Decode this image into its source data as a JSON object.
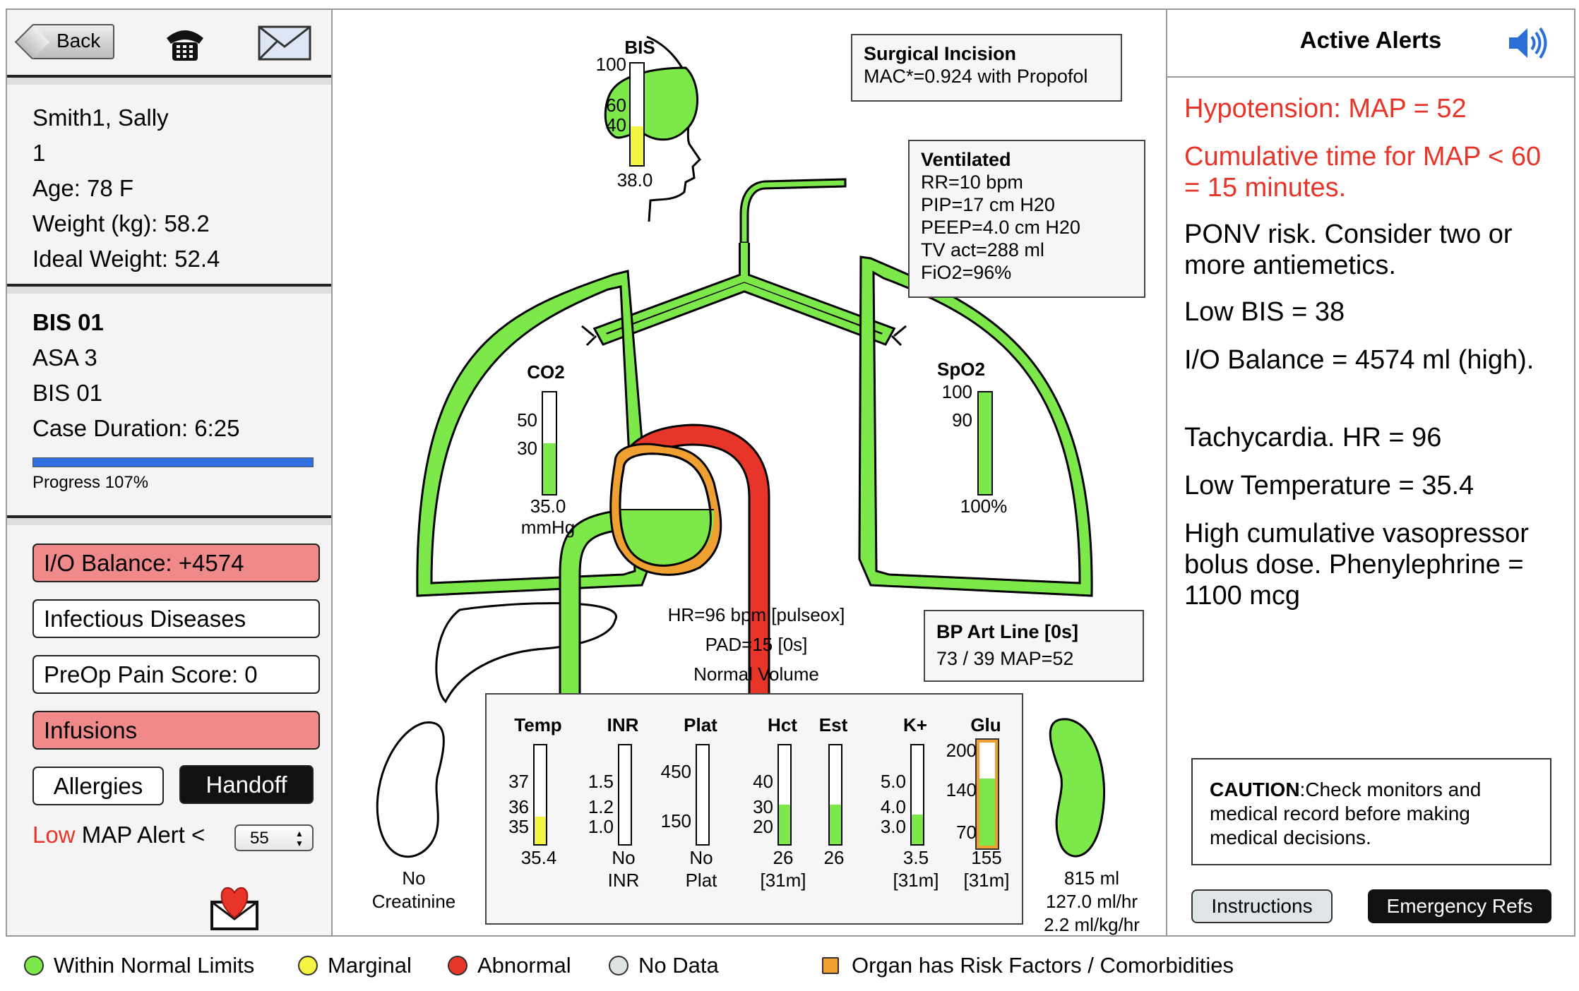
{
  "nav": {
    "back_label": "Back"
  },
  "patient": {
    "name": "Smith1, Sally",
    "id": "1",
    "age": "Age: 78 F",
    "weight": "Weight (kg): 58.2",
    "ideal_weight": "Ideal Weight: 52.4"
  },
  "case": {
    "title": "BIS 01",
    "asa": "ASA 3",
    "bis": "BIS 01",
    "duration": "Case Duration: 6:25",
    "progress_label": "Progress 107%",
    "progress_value": 1.0
  },
  "buttons": {
    "io_balance": "I/O Balance: +4574",
    "infectious": "Infectious Diseases",
    "preop_pain": "PreOp Pain Score: 0",
    "infusions": "Infusions",
    "allergies": "Allergies",
    "handoff": "Handoff"
  },
  "map_alert": {
    "low": "Low",
    "rest": "MAP Alert <",
    "value": "55",
    "arrows": "▲▼"
  },
  "bis_gauge": {
    "title": "BIS",
    "ticks": [
      "100",
      "60",
      "40"
    ],
    "value": "38.0",
    "fill": 0.38,
    "color": "#f4f442"
  },
  "co2_gauge": {
    "title": "CO2",
    "ticks": [
      "50",
      "30"
    ],
    "value": "35.0",
    "unit": "mmHg",
    "fill": 0.5
  },
  "spo2_gauge": {
    "title": "SpO2",
    "ticks": [
      "100",
      "90"
    ],
    "value": "100%",
    "fill": 1.0
  },
  "surgical": {
    "title": "Surgical Incision",
    "detail": "MAC*=0.924 with Propofol"
  },
  "ventilated": {
    "title": "Ventilated",
    "lines": [
      "RR=10 bpm",
      "PIP=17 cm H20",
      "PEEP=4.0 cm H20",
      "TV act=288 ml",
      "FiO2=96%"
    ]
  },
  "heart": {
    "lines": [
      "HR=96 bpm [pulseox]",
      "PAD=15 [0s]",
      "Normal Volume"
    ]
  },
  "bp": {
    "title": "BP Art Line [0s]",
    "value": "73 / 39 MAP=52"
  },
  "liver_kidney": {
    "creatinine": [
      "No",
      "Creatinine"
    ],
    "urine": [
      "815 ml",
      "127.0 ml/hr",
      "2.2 ml/kg/hr"
    ]
  },
  "labs": [
    {
      "name": "Temp",
      "ticks": [
        "37",
        "36",
        "35"
      ],
      "value": "35.4",
      "sub": "",
      "fill": 0.28,
      "color": "#f4f442"
    },
    {
      "name": "INR",
      "ticks": [
        "1.5",
        "1.2",
        "1.0"
      ],
      "value": "No",
      "sub": "INR",
      "fill": 0,
      "color": "#fff"
    },
    {
      "name": "Plat",
      "ticks": [
        "450",
        "150"
      ],
      "value": "No",
      "sub": "Plat",
      "fill": 0,
      "color": "#fff"
    },
    {
      "name": "Hct",
      "ticks": [
        "40",
        "30",
        "20"
      ],
      "value": "26",
      "sub": "[31m]",
      "fill": 0.4,
      "color": "#7de84a"
    },
    {
      "name": "Est",
      "ticks": [],
      "value": "26",
      "sub": "",
      "fill": 0.4,
      "color": "#7de84a"
    },
    {
      "name": "K+",
      "ticks": [
        "5.0",
        "4.0",
        "3.0"
      ],
      "value": "3.5",
      "sub": "[31m]",
      "fill": 0.3,
      "color": "#7de84a"
    },
    {
      "name": "Glu",
      "ticks": [
        "200",
        "140",
        "70"
      ],
      "value": "155",
      "sub": "[31m]",
      "fill": 0.65,
      "color": "#7de84a"
    }
  ],
  "alerts": {
    "title": "Active Alerts",
    "items": [
      {
        "text": "Hypotension: MAP = 52",
        "color": "#e8352a"
      },
      {
        "text": "Cumulative time for MAP < 60 = 15 minutes.",
        "color": "#e8352a"
      },
      {
        "text": "PONV risk. Consider two or more antiemetics.",
        "color": "#000000"
      },
      {
        "text": "Low BIS = 38",
        "color": "#000000"
      },
      {
        "text": "I/O Balance = 4574 ml (high).",
        "color": "#000000"
      },
      {
        "text": "Tachycardia. HR = 96",
        "color": "#000000"
      },
      {
        "text": "Low Temperature = 35.4",
        "color": "#000000"
      },
      {
        "text": "High cumulative vasopressor bolus dose. Phenylephrine = 1100 mcg",
        "color": "#000000"
      }
    ],
    "caution_title": "CAUTION",
    "caution_text": ":Check monitors and medical record before making medical decisions.",
    "instructions_label": "Instructions",
    "emergency_label": "Emergency Refs"
  },
  "legend": [
    {
      "label": "Within Normal Limits",
      "color": "#7de84a"
    },
    {
      "label": "Marginal",
      "color": "#f4f442"
    },
    {
      "label": "Abnormal",
      "color": "#e8352a"
    },
    {
      "label": "No Data",
      "color": "#dde2e2"
    },
    {
      "label": "Organ has Risk Factors / Comorbidities",
      "color": "#f0a030"
    }
  ],
  "icons": {
    "phone": "phone-icon",
    "mail": "mail-icon",
    "speaker": "speaker-icon",
    "heart_mail": "heart-mail-icon"
  }
}
